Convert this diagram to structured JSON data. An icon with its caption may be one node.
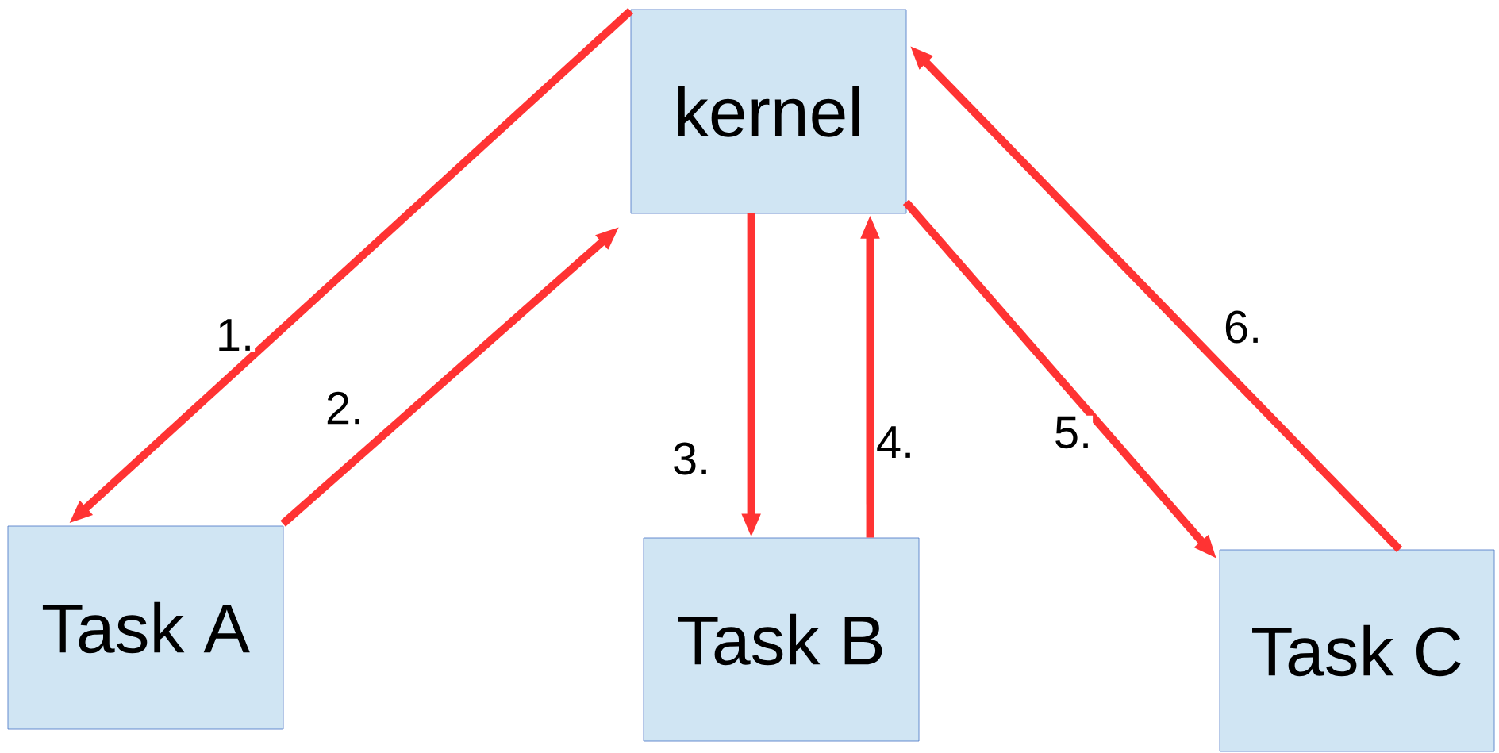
{
  "diagram": {
    "nodes": [
      {
        "text": [
          "kernel"
        ]
      },
      {
        "text": [
          "Task A"
        ]
      },
      {
        "text": [
          "Task B"
        ]
      },
      {
        "text": [
          "Task C"
        ]
      }
    ],
    "edges": [
      {
        "from": 0,
        "to": 1,
        "arrow": "to",
        "label": "1."
      },
      {
        "from": 1,
        "to": 0,
        "arrow": "to",
        "label": "2."
      },
      {
        "from": 0,
        "to": 2,
        "arrow": "to",
        "label": "3."
      },
      {
        "from": 2,
        "to": 0,
        "arrow": "to",
        "label": "4."
      },
      {
        "from": 0,
        "to": 3,
        "arrow": "to",
        "label": "5."
      },
      {
        "from": 3,
        "to": 0,
        "arrow": "to",
        "label": "6."
      }
    ]
  }
}
